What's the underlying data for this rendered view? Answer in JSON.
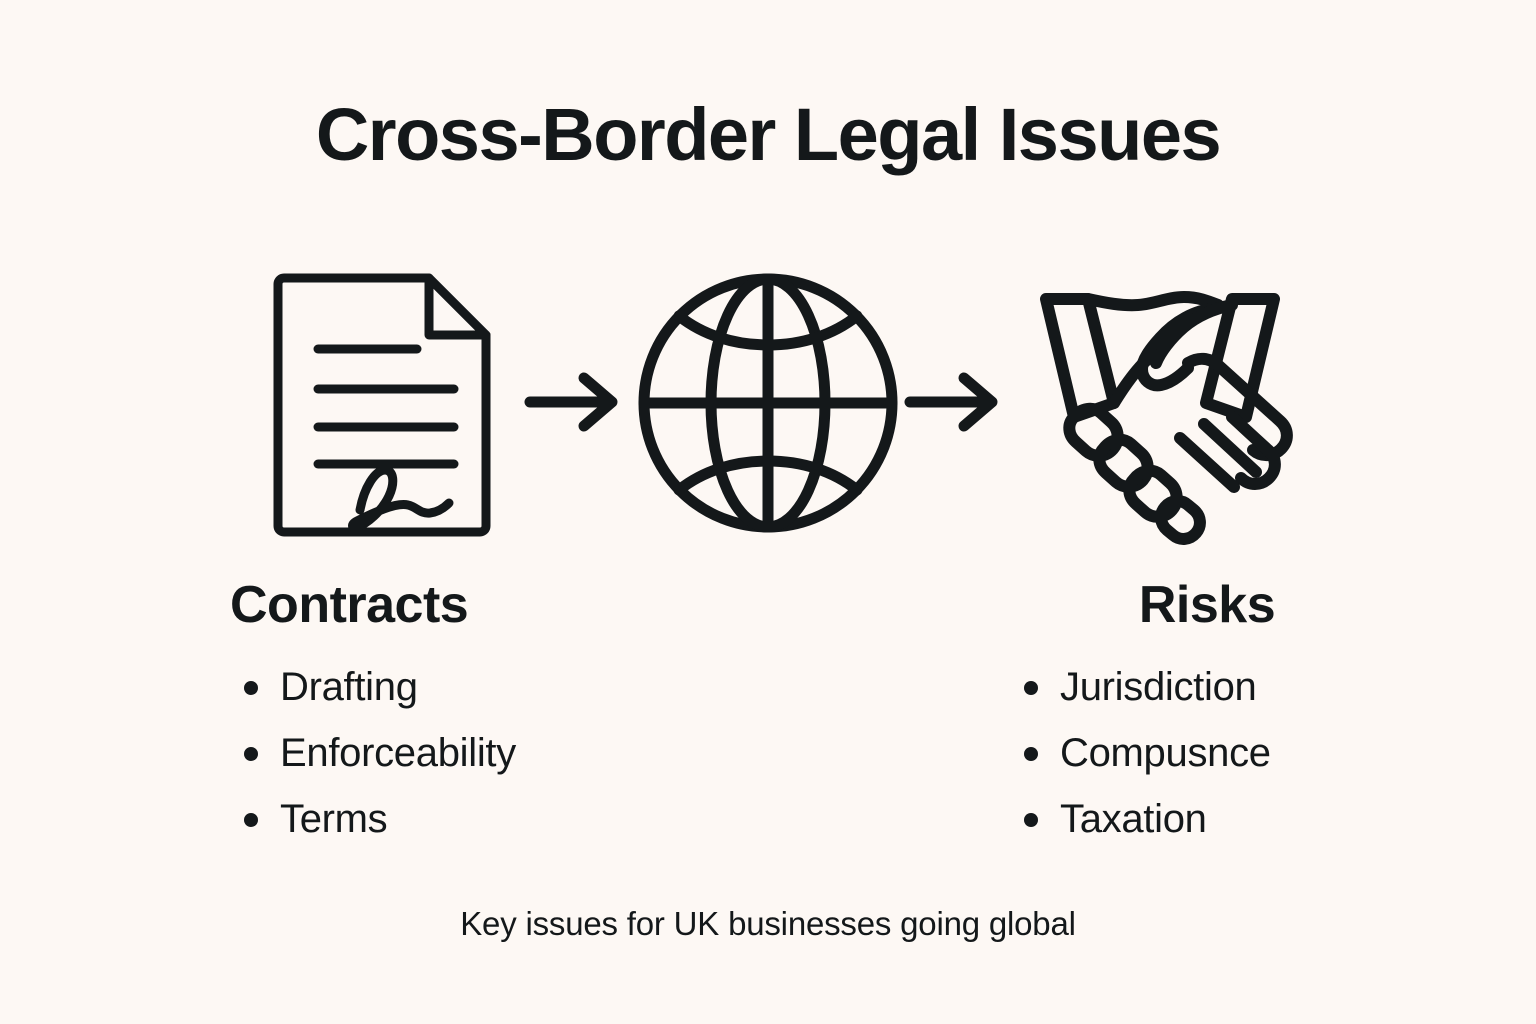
{
  "page": {
    "title": "Cross-Border Legal Issues",
    "caption": "Key issues for UK businesses going global",
    "background_color": "#fdf8f4",
    "ink_color": "#14181a"
  },
  "flow": {
    "steps": [
      {
        "icon": "document-signature-icon",
        "name": "contract-document"
      },
      {
        "icon": "globe-icon",
        "name": "globe"
      },
      {
        "icon": "handshake-icon",
        "name": "handshake"
      }
    ],
    "connectors": [
      {
        "icon": "arrow-right-icon"
      },
      {
        "icon": "arrow-right-icon"
      }
    ]
  },
  "columns": [
    {
      "heading": "Contracts",
      "items": [
        "Drafting",
        "Enforceability",
        "Terms"
      ]
    },
    {
      "heading": "Risks",
      "items": [
        "Jurisdiction",
        "Compusnce",
        "Taxation"
      ]
    }
  ]
}
